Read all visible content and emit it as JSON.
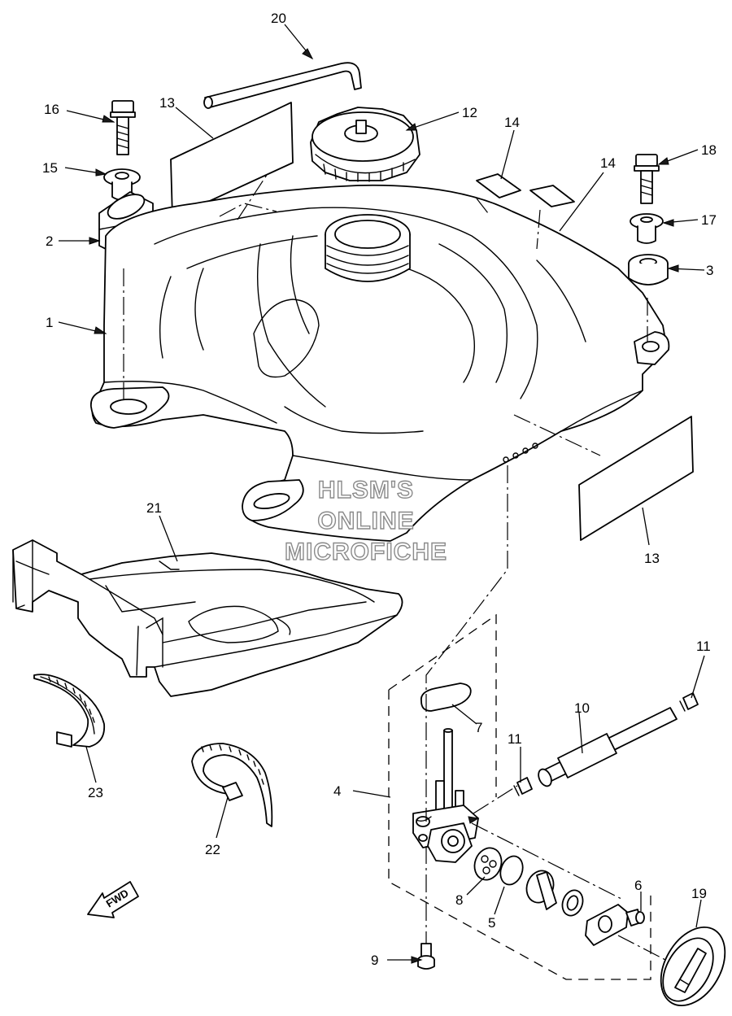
{
  "watermark": {
    "line1": "HLSM'S",
    "line2": "ONLINE",
    "line3": "MICROFICHE"
  },
  "direction_label": "FWD",
  "callouts": {
    "c1": "1",
    "c2": "2",
    "c3": "3",
    "c4": "4",
    "c5": "5",
    "c6": "6",
    "c7": "7",
    "c8": "8",
    "c9": "9",
    "c10": "10",
    "c11a": "11",
    "c11b": "11",
    "c12": "12",
    "c13a": "13",
    "c13b": "13",
    "c14a": "14",
    "c14b": "14",
    "c15": "15",
    "c16": "16",
    "c17": "17",
    "c18": "18",
    "c19": "19",
    "c20": "20",
    "c21": "21",
    "c22": "22",
    "c23": "23"
  }
}
